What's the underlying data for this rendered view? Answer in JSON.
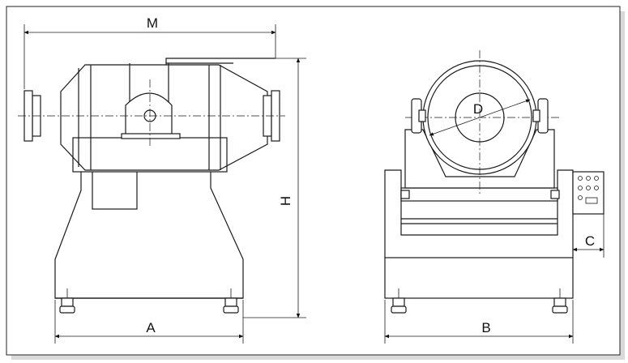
{
  "diagram": {
    "dimensions": {
      "M": "M",
      "H": "H",
      "A": "A",
      "D": "D",
      "B": "B",
      "C": "C"
    }
  }
}
